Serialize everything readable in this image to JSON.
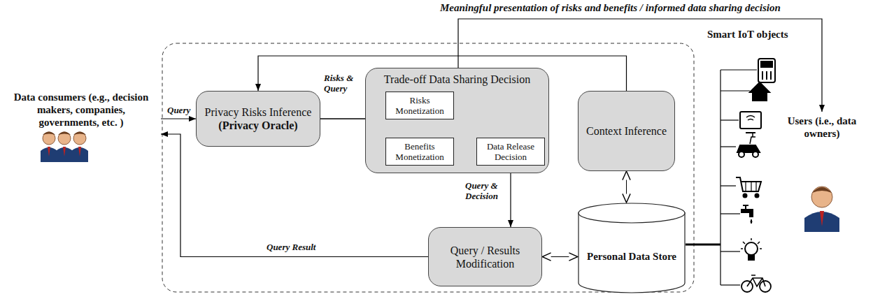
{
  "diagram": {
    "nodes": [
      {
        "text": [
          "Data consumers (e.g., decision makers, companies, governments, etc. )"
        ]
      },
      {
        "text": [
          "Privacy Risks Inference",
          "(Privacy Oracle)"
        ]
      },
      {
        "text": [
          "Trade-off Data Sharing Decision"
        ]
      },
      {
        "text": [
          "Risks Monetization"
        ],
        "in": 2
      },
      {
        "text": [
          "Benefits Monetization"
        ],
        "in": 2
      },
      {
        "text": [
          "Data Release Decision"
        ],
        "in": 2
      },
      {
        "text": [
          "Context Inference"
        ]
      },
      {
        "text": [
          "Query / Results Modification"
        ]
      },
      {
        "text": [
          "Personal Data Store"
        ]
      },
      {
        "text": [
          "Users (i.e., data owners)"
        ]
      }
    ],
    "edges": [
      {
        "from": 0,
        "to": 1,
        "label": "Query",
        "arrow": "to"
      },
      {
        "from": 1,
        "to": 3,
        "label": "Risks & Query",
        "arrow": "to"
      },
      {
        "from": 1,
        "to": 4,
        "arrow": "to"
      },
      {
        "from": 3,
        "to": 5,
        "arrow": "to"
      },
      {
        "from": 4,
        "to": 5,
        "arrow": "to"
      },
      {
        "from": 5,
        "to": 7,
        "label": "Query & Decision",
        "arrow": "to"
      },
      {
        "from": 7,
        "to": 0,
        "label": "Query Result",
        "arrow": "to"
      },
      {
        "from": 7,
        "to": 8,
        "arrow": "both"
      },
      {
        "from": 6,
        "to": 8,
        "arrow": "both"
      },
      {
        "from": 6,
        "to": 1,
        "arrow": "to"
      },
      {
        "from": 2,
        "to": 9,
        "label": "Meaningful presentation of risks and benefits / informed data sharing decision",
        "arrow": "to"
      }
    ],
    "labels": [
      "Smart IoT objects"
    ]
  }
}
